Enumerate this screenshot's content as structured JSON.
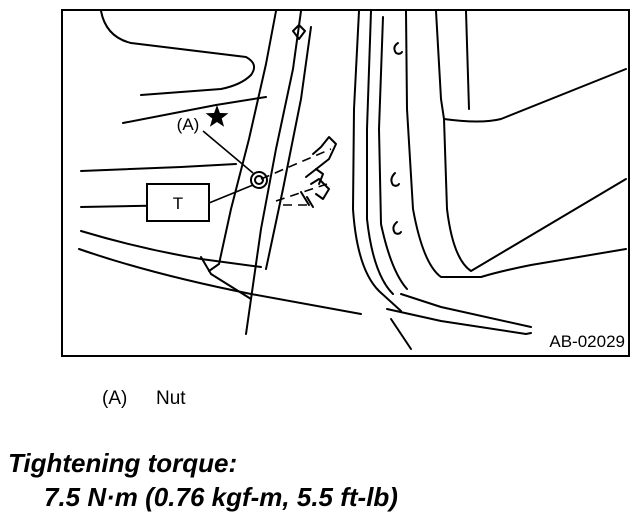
{
  "figure": {
    "code": "AB-02029",
    "callout_a": "(A)",
    "torque_box": "T"
  },
  "legend": [
    {
      "key": "(A)",
      "text": "Nut"
    }
  ],
  "torque": {
    "heading": "Tightening torque:",
    "value": "7.5 N·m (0.76 kgf-m, 5.5 ft-lb)"
  }
}
